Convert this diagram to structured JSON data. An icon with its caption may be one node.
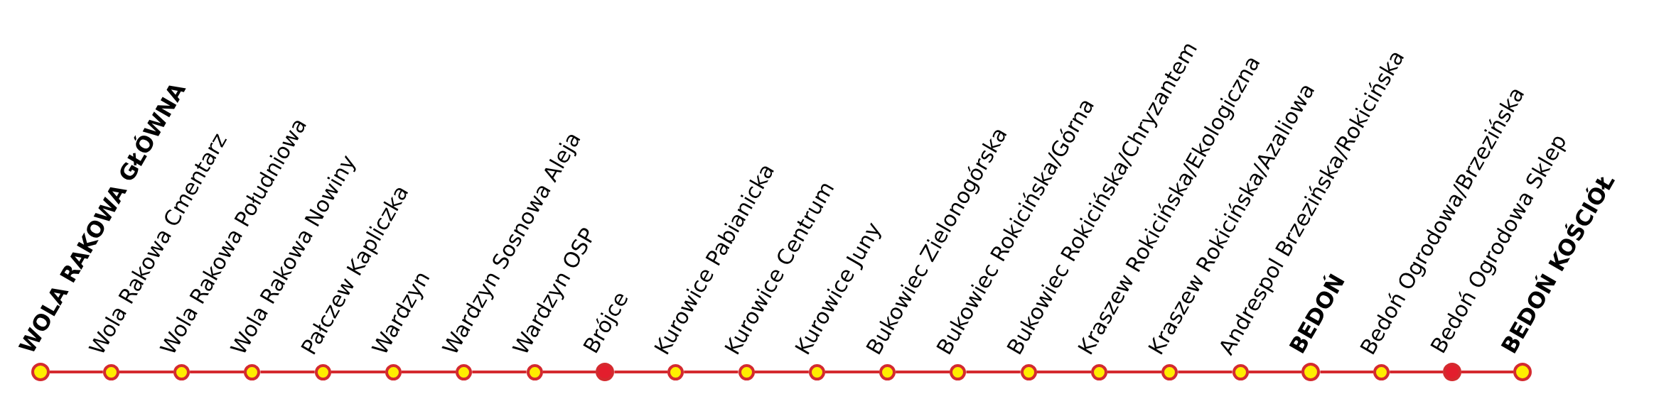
{
  "diagram": {
    "nodes": [
      {
        "text": [
          "WOLA RAKOWA GŁÓWNA"
        ]
      },
      {
        "text": [
          "Wola Rakowa Cmentarz"
        ]
      },
      {
        "text": [
          "Wola Rakowa Południowa"
        ]
      },
      {
        "text": [
          "Wola Rakowa Nowiny"
        ]
      },
      {
        "text": [
          "Pałczew Kapliczka"
        ]
      },
      {
        "text": [
          "Wardzyn"
        ]
      },
      {
        "text": [
          "Wardzyn Sosnowa Aleja"
        ]
      },
      {
        "text": [
          "Wardzyn OSP"
        ]
      },
      {
        "text": [
          "Brójce"
        ]
      },
      {
        "text": [
          "Kurowice Pabianicka"
        ]
      },
      {
        "text": [
          "Kurowice Centrum"
        ]
      },
      {
        "text": [
          "Kurowice Juny"
        ]
      },
      {
        "text": [
          "Bukowiec Zielonogórska"
        ]
      },
      {
        "text": [
          "Bukowiec Rokicińska/Górna"
        ]
      },
      {
        "text": [
          "Bukowiec Rokicińska/Chryzantem"
        ]
      },
      {
        "text": [
          "Kraszew Rokicińska/Ekologiczna"
        ]
      },
      {
        "text": [
          "Kraszew Rokicińska/Azaliowa"
        ]
      },
      {
        "text": [
          "Andrespol Brzezińska/Rokicińska"
        ]
      },
      {
        "text": [
          "BEDOŃ"
        ]
      },
      {
        "text": [
          "Bedoń Ogrodowa/Brzezińska"
        ]
      },
      {
        "text": [
          "Bedoń Ogrodowa Sklep"
        ]
      },
      {
        "text": [
          "BEDOŃ KOŚCIÓŁ"
        ]
      }
    ],
    "edges": [
      {
        "from": 0,
        "to": 1,
        "arrow": "none"
      },
      {
        "from": 1,
        "to": 2,
        "arrow": "none"
      },
      {
        "from": 2,
        "to": 3,
        "arrow": "none"
      },
      {
        "from": 3,
        "to": 4,
        "arrow": "none"
      },
      {
        "from": 4,
        "to": 5,
        "arrow": "none"
      },
      {
        "from": 5,
        "to": 6,
        "arrow": "none"
      },
      {
        "from": 6,
        "to": 7,
        "arrow": "none"
      },
      {
        "from": 7,
        "to": 8,
        "arrow": "none"
      },
      {
        "from": 8,
        "to": 9,
        "arrow": "none"
      },
      {
        "from": 9,
        "to": 10,
        "arrow": "none"
      },
      {
        "from": 10,
        "to": 11,
        "arrow": "none"
      },
      {
        "from": 11,
        "to": 12,
        "arrow": "none"
      },
      {
        "from": 12,
        "to": 13,
        "arrow": "none"
      },
      {
        "from": 13,
        "to": 14,
        "arrow": "none"
      },
      {
        "from": 14,
        "to": 15,
        "arrow": "none"
      },
      {
        "from": 15,
        "to": 16,
        "arrow": "none"
      },
      {
        "from": 16,
        "to": 17,
        "arrow": "none"
      },
      {
        "from": 17,
        "to": 18,
        "arrow": "none"
      },
      {
        "from": 18,
        "to": 19,
        "arrow": "none"
      },
      {
        "from": 19,
        "to": 20,
        "arrow": "none"
      },
      {
        "from": 20,
        "to": 21,
        "arrow": "none"
      }
    ]
  }
}
